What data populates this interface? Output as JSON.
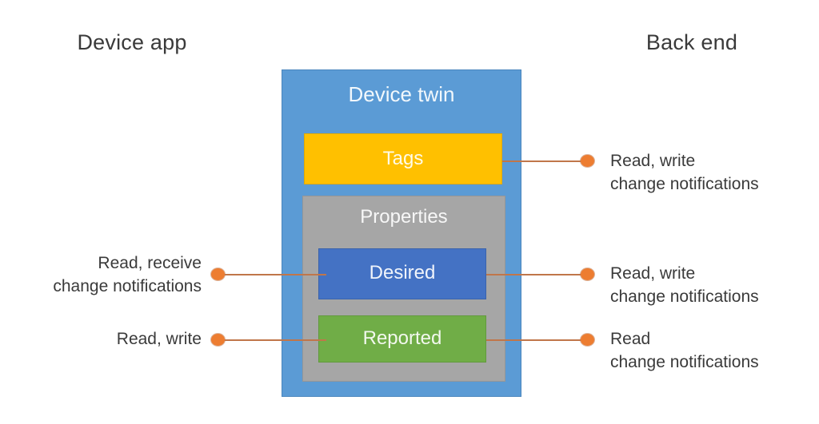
{
  "diagram": {
    "title": "Device twin",
    "headings": {
      "left": "Device app",
      "right": "Back end"
    },
    "boxes": {
      "device_twin": {
        "label": "Device twin",
        "color": "#5b9bd5"
      },
      "tags": {
        "label": "Tags",
        "color": "#ffc000"
      },
      "properties": {
        "label": "Properties",
        "color": "#a6a6a6"
      },
      "desired": {
        "label": "Desired",
        "color": "#4472c4"
      },
      "reported": {
        "label": "Reported",
        "color": "#70ad47"
      }
    },
    "connectors": {
      "accent_color": "#ed7d31",
      "line_color": "#c0764a"
    },
    "captions": {
      "tags_right": {
        "line1": "Read, write",
        "line2": "change notifications"
      },
      "desired_right": {
        "line1": "Read, write",
        "line2": "change notifications"
      },
      "reported_right": {
        "line1": "Read",
        "line2": "change notifications"
      },
      "desired_left": {
        "line1": "Read, receive",
        "line2": "change notifications"
      },
      "reported_left": {
        "line1": "Read, write",
        "line2": ""
      }
    }
  }
}
